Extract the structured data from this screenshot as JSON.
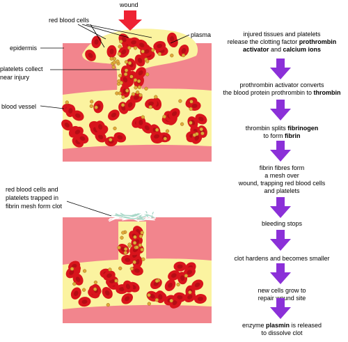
{
  "labels": {
    "wound": "wound",
    "red_blood_cells": "red blood cells",
    "plasma": "plasma",
    "epidermis": "epidermis",
    "platelets_collect_1": "platelets collect",
    "platelets_collect_2": "near injury",
    "blood_vessel": "blood vessel",
    "trapped_1": "red blood cells and",
    "trapped_2": "platelets trapped in",
    "trapped_3": "fibrin mesh form clot"
  },
  "steps": [
    {
      "lines": [
        [
          {
            "t": "injured tissues and platelets"
          }
        ],
        [
          {
            "t": "release the clotting factor "
          },
          {
            "t": "prothrombin",
            "b": true
          }
        ],
        [
          {
            "t": "activator",
            "b": true
          },
          {
            "t": " and "
          },
          {
            "t": "calcium ions",
            "b": true
          }
        ]
      ]
    },
    {
      "lines": [
        [
          {
            "t": "prothrombin activator converts"
          }
        ],
        [
          {
            "t": "the blood protein prothrombin to "
          },
          {
            "t": "thrombin",
            "b": true
          }
        ]
      ]
    },
    {
      "lines": [
        [
          {
            "t": "thrombin splits "
          },
          {
            "t": "fibrinogen",
            "b": true
          }
        ],
        [
          {
            "t": "to form "
          },
          {
            "t": "fibrin",
            "b": true
          }
        ]
      ]
    },
    {
      "lines": [
        [
          {
            "t": "fibrin fibres form"
          }
        ],
        [
          {
            "t": "a mesh over"
          }
        ],
        [
          {
            "t": "wound, trapping red blood cells"
          }
        ],
        [
          {
            "t": "and platelets"
          }
        ]
      ]
    },
    {
      "lines": [
        [
          {
            "t": "bleeding stops"
          }
        ]
      ]
    },
    {
      "lines": [
        [
          {
            "t": "clot hardens and becomes smaller"
          }
        ]
      ]
    },
    {
      "lines": [
        [
          {
            "t": "new cells grow to"
          }
        ],
        [
          {
            "t": "repair wound site"
          }
        ]
      ]
    },
    {
      "lines": [
        [
          {
            "t": "enzyme "
          },
          {
            "t": "plasmin",
            "b": true
          },
          {
            "t": " is released"
          }
        ],
        [
          {
            "t": "to dissolve clot"
          }
        ]
      ]
    }
  ],
  "colors": {
    "tissue": "#f2858d",
    "plasma": "#fbf3a0",
    "red_cell": "#d8141c",
    "red_cell_center": "#b50d14",
    "platelet": "#e0a93a",
    "arrow": "#8b30d8",
    "wound_arrow": "#ee2233",
    "fibrin": "#a8d8c8"
  },
  "icons": {
    "wound_arrow": "down-arrow-icon",
    "flow_arrow": "down-arrow-icon"
  }
}
